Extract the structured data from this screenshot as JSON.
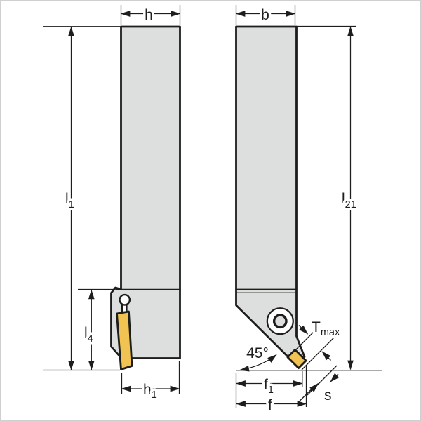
{
  "drawing": {
    "description": "Technical drawing of a 45-degree chamfer turning tool holder, two orthographic views with dimension annotations",
    "views": {
      "left": "side-view",
      "right": "front-view"
    }
  },
  "colors": {
    "background": "#ffffff",
    "body_fill": "#dcdfdd",
    "insert_fill": "#f0c353",
    "line": "#1d1d1b",
    "frame": "#cfcfcf"
  },
  "dims": {
    "h": {
      "main": "h"
    },
    "b": {
      "main": "b"
    },
    "l1": {
      "main": "l",
      "sub": "1"
    },
    "l21": {
      "main": "l",
      "sub": "21"
    },
    "l4": {
      "main": "l",
      "sub": "4"
    },
    "h1": {
      "main": "h",
      "sub": "1"
    },
    "angle": {
      "main": "45°"
    },
    "tmax": {
      "main": "T",
      "sub": "max"
    },
    "f1": {
      "main": "f",
      "sub": "1"
    },
    "f": {
      "main": "f"
    },
    "s": {
      "main": "s"
    }
  }
}
